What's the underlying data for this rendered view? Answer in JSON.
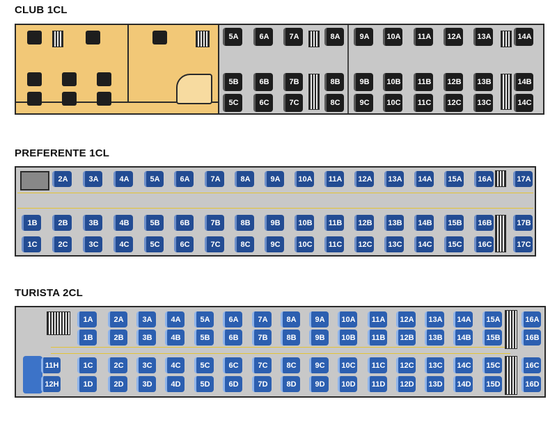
{
  "sections": [
    {
      "id": "club",
      "title": "CLUB 1CL",
      "colors": {
        "body": "#c8c8c8",
        "lounge": "#f2c877",
        "seat": "#1d1d1d"
      },
      "rows": {
        "top": [
          "5A",
          "6A",
          "7A",
          "8A",
          "9A",
          "10A",
          "11A",
          "12A",
          "13A",
          "14A"
        ],
        "middle": [
          "5B",
          "6B",
          "7B",
          "8B",
          "9B",
          "10B",
          "11B",
          "12B",
          "13B",
          "14B"
        ],
        "bottom": [
          "5C",
          "6C",
          "7C",
          "8C",
          "9C",
          "10C",
          "11C",
          "12C",
          "13C",
          "14C"
        ]
      }
    },
    {
      "id": "preferente",
      "title": "PREFERENTE 1CL",
      "colors": {
        "body": "#c8c8c8",
        "seat": "#234c93",
        "aisle_line": "#e3c335"
      },
      "rows": {
        "top": [
          "2A",
          "3A",
          "4A",
          "5A",
          "6A",
          "7A",
          "8A",
          "9A",
          "10A",
          "11A",
          "12A",
          "13A",
          "14A",
          "15A",
          "16A",
          "17A"
        ],
        "middle": [
          "1B",
          "2B",
          "3B",
          "4B",
          "5B",
          "6B",
          "7B",
          "8B",
          "9B",
          "10B",
          "11B",
          "12B",
          "13B",
          "14B",
          "15B",
          "16B",
          "17B"
        ],
        "bottom": [
          "1C",
          "2C",
          "3C",
          "4C",
          "5C",
          "6C",
          "7C",
          "8C",
          "9C",
          "10C",
          "11C",
          "12C",
          "13C",
          "14C",
          "15C",
          "16C",
          "17C"
        ]
      }
    },
    {
      "id": "turista",
      "title": "TURISTA 2CL",
      "colors": {
        "body": "#c8c8c8",
        "seat": "#2c5fb0",
        "aisle_line": "#e3c335"
      },
      "rows": {
        "a": [
          "1A",
          "2A",
          "3A",
          "4A",
          "5A",
          "6A",
          "7A",
          "8A",
          "9A",
          "10A",
          "11A",
          "12A",
          "13A",
          "14A",
          "15A",
          "16A"
        ],
        "b": [
          "1B",
          "2B",
          "3B",
          "4B",
          "5B",
          "6B",
          "7B",
          "8B",
          "9B",
          "10B",
          "11B",
          "12B",
          "13B",
          "14B",
          "15B",
          "16B"
        ],
        "c": [
          "11H",
          "1C",
          "2C",
          "3C",
          "4C",
          "5C",
          "6C",
          "7C",
          "8C",
          "9C",
          "10C",
          "11C",
          "12C",
          "13C",
          "14C",
          "15C",
          "16C"
        ],
        "d": [
          "12H",
          "1D",
          "2D",
          "3D",
          "4D",
          "5D",
          "6D",
          "7D",
          "8D",
          "9D",
          "10D",
          "11D",
          "12D",
          "13D",
          "14D",
          "15D",
          "16D"
        ]
      }
    }
  ]
}
